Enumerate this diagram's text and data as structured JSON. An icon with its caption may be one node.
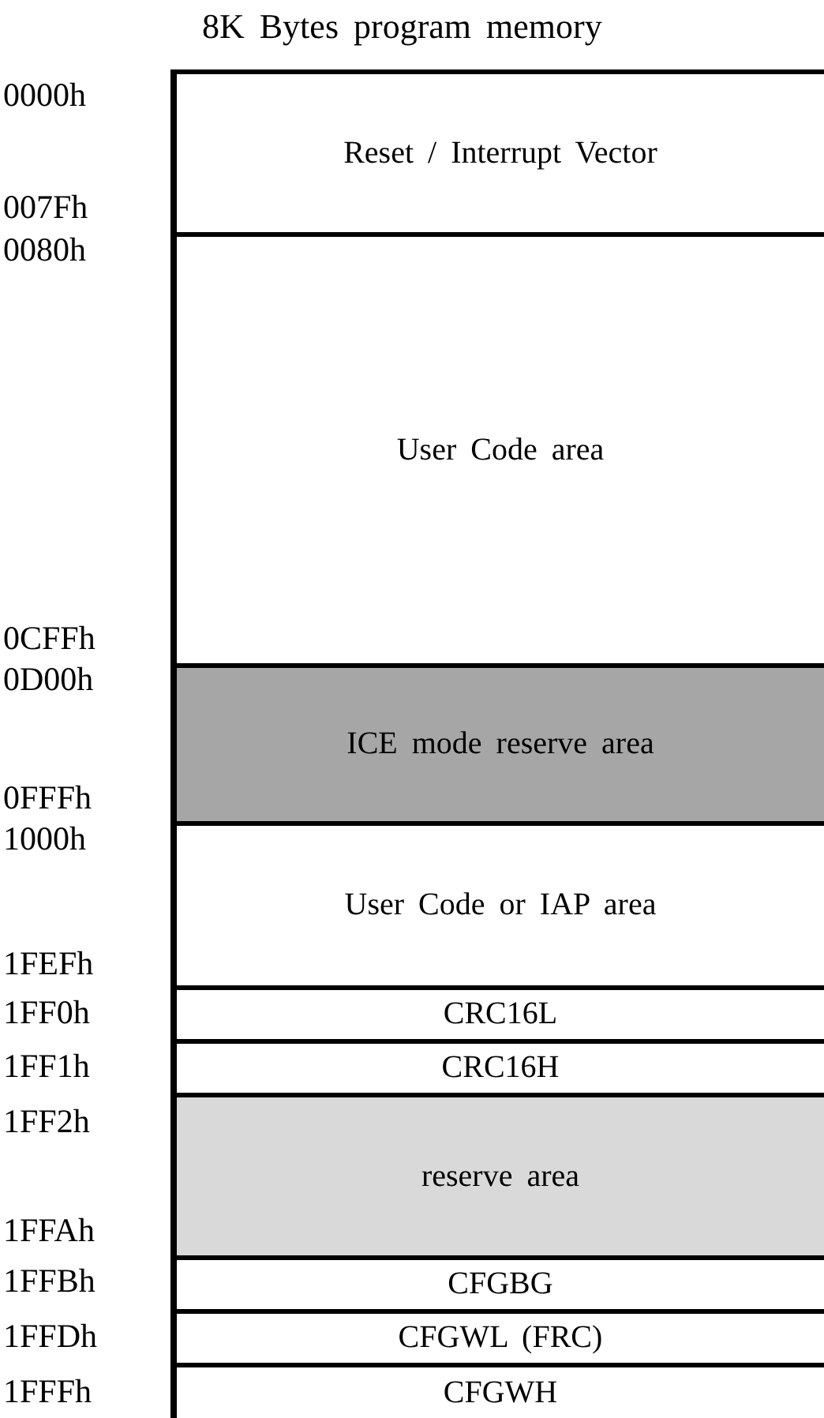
{
  "diagram": {
    "title": "8K Bytes program memory",
    "nodes": [
      {
        "text": [
          "Reset / Interrupt Vector"
        ]
      },
      {
        "text": [
          "User Code area"
        ]
      },
      {
        "text": [
          "ICE mode reserve area"
        ]
      },
      {
        "text": [
          "User Code or IAP area"
        ]
      },
      {
        "text": [
          "CRC16L"
        ]
      },
      {
        "text": [
          "CRC16H"
        ]
      },
      {
        "text": [
          "reserve area"
        ]
      },
      {
        "text": [
          "CFGBG"
        ]
      },
      {
        "text": [
          "CFGWL (FRC)"
        ]
      },
      {
        "text": [
          "CFGWH"
        ]
      }
    ],
    "labels": [
      "0000h",
      "007Fh",
      "0080h",
      "0CFFh",
      "0D00h",
      "0FFFh",
      "1000h",
      "1FEFh",
      "1FF0h",
      "1FF1h",
      "1FF2h",
      "1FFAh",
      "1FFBh",
      "1FFDh",
      "1FFFh"
    ]
  }
}
